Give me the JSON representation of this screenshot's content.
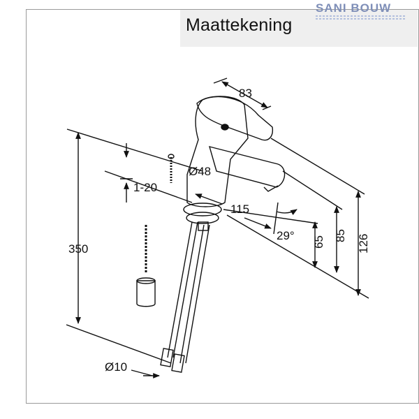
{
  "title": "Maattekening",
  "watermark": "SANI BOUW",
  "dimensions": {
    "handle_width": "83",
    "body_diameter": "Ø48",
    "counter_thickness": "1-20",
    "spout_reach": "115",
    "spout_angle": "29°",
    "spout_height": "65",
    "mid_height": "85",
    "total_height": "126",
    "hose_length": "350",
    "hose_diameter": "Ø10"
  },
  "colors": {
    "line": "#111111",
    "title_background": "#efefef",
    "watermark": "#7f8fb8",
    "frame": "#9a9a9a"
  }
}
